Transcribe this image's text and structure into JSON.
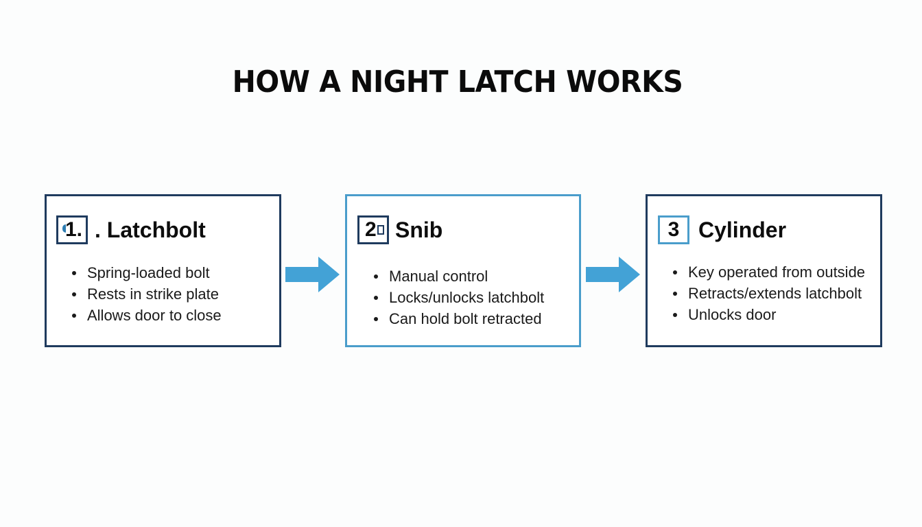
{
  "title": "HOW A NIGHT LATCH WORKS",
  "colors": {
    "dark_navy": "#1f3b5e",
    "light_blue": "#4a9dcb",
    "arrow_blue": "#43a2d6",
    "text": "#111111",
    "background": "#fcfdfd"
  },
  "steps": [
    {
      "badge": "1.",
      "title": ". Latchbolt",
      "bullets": [
        "Spring-loaded bolt",
        "Rests in strike plate",
        "Allows door to close"
      ]
    },
    {
      "badge": "2",
      "title": "Snib",
      "bullets": [
        "Manual control",
        "Locks/unlocks latchbolt",
        "Can hold bolt retracted"
      ]
    },
    {
      "badge": "3",
      "title": "Cylinder",
      "bullets": [
        "Key operated from outside",
        "Retracts/extends latchbolt",
        "Unlocks door"
      ]
    }
  ],
  "connectors": [
    "arrow-right-icon",
    "arrow-right-icon"
  ]
}
